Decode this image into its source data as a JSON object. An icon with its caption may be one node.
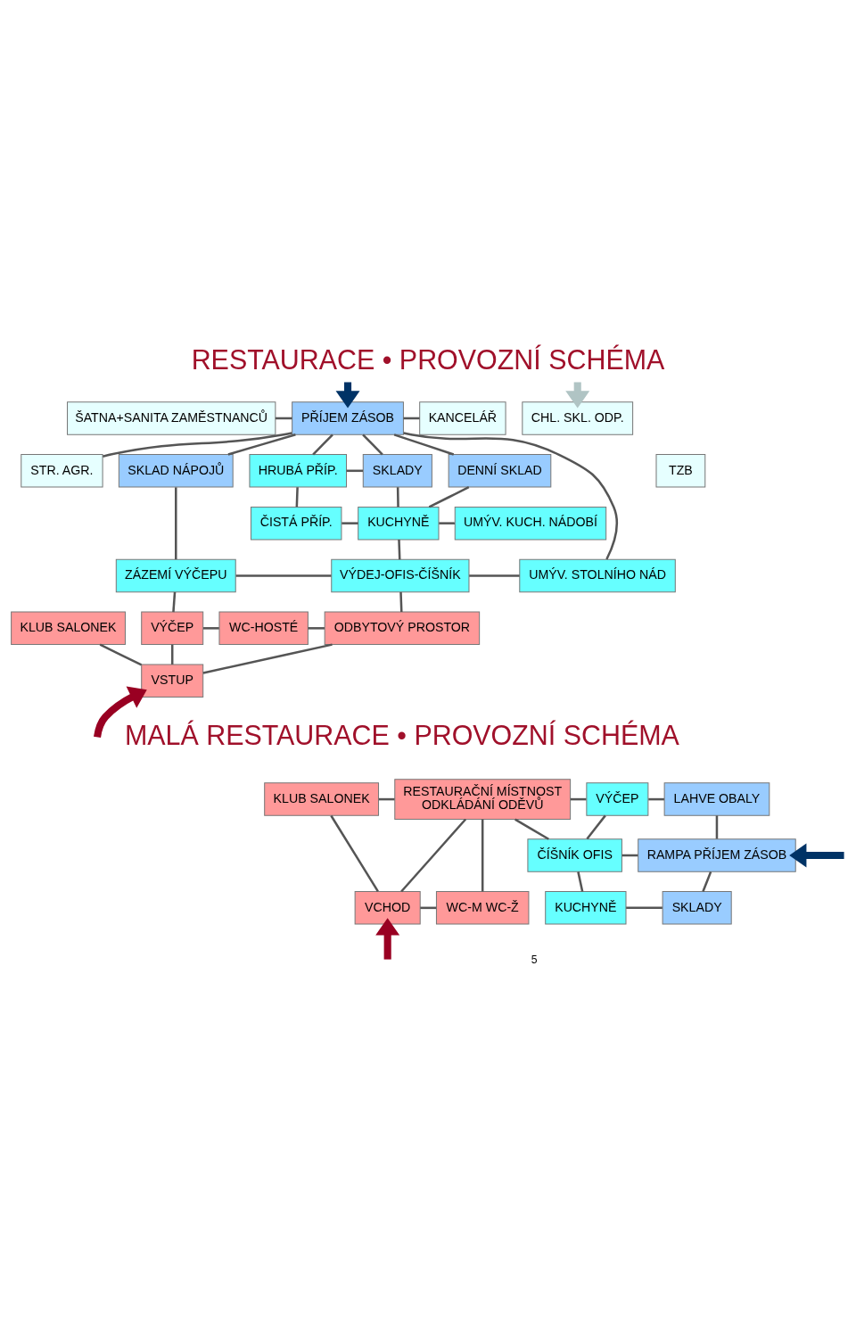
{
  "diagram": {
    "title": "RESTAURACE • PROVOZNÍ SCHÉMA",
    "nodes": [
      {
        "text": [
          "ŠATNA+SANITA ZAMĚSTNANCŮ"
        ]
      },
      {
        "text": [
          "PŘÍJEM ZÁSOB"
        ]
      },
      {
        "text": [
          "KANCELÁŘ"
        ]
      },
      {
        "text": [
          "CHL. SKL. ODP."
        ]
      },
      {
        "text": [
          "STR. AGR."
        ]
      },
      {
        "text": [
          "SKLAD NÁPOJŮ"
        ]
      },
      {
        "text": [
          "HRUBÁ PŘÍP."
        ]
      },
      {
        "text": [
          "SKLADY"
        ]
      },
      {
        "text": [
          "DENNÍ SKLAD"
        ]
      },
      {
        "text": [
          "TZB"
        ]
      },
      {
        "text": [
          "ČISTÁ PŘÍP."
        ]
      },
      {
        "text": [
          "KUCHYNĚ"
        ]
      },
      {
        "text": [
          "UMÝV. KUCH. NÁDOBÍ"
        ]
      },
      {
        "text": [
          "ZÁZEMÍ VÝČEPU"
        ]
      },
      {
        "text": [
          "VÝDEJ-OFIS-ČÍŠNÍK"
        ]
      },
      {
        "text": [
          "UMÝV. STOLNÍHO NÁD"
        ]
      },
      {
        "text": [
          "KLUB SALONEK"
        ]
      },
      {
        "text": [
          "VÝČEP"
        ]
      },
      {
        "text": [
          "WC-HOSTÉ"
        ]
      },
      {
        "text": [
          "ODBYTOVÝ PROSTOR"
        ]
      },
      {
        "text": [
          "VSTUP"
        ]
      },
      {
        "text": [
          "KLUB SALONEK"
        ]
      },
      {
        "text": [
          "RESTAURAČNÍ MÍSTNOST",
          "ODKLÁDÁNÍ ODĚVŮ"
        ]
      },
      {
        "text": [
          "VÝČEP"
        ]
      },
      {
        "text": [
          "LAHVE OBALY"
        ]
      },
      {
        "text": [
          "ČÍŠNÍK OFIS"
        ]
      },
      {
        "text": [
          "RAMPA PŘÍJEM ZÁSOB"
        ]
      },
      {
        "text": [
          "VCHOD"
        ]
      },
      {
        "text": [
          "WC-M WC-Ž"
        ]
      },
      {
        "text": [
          "KUCHYNĚ"
        ]
      },
      {
        "text": [
          "SKLADY"
        ]
      }
    ],
    "edges": [
      {
        "from": null,
        "to": 1,
        "arrow": "to",
        "style": "thick",
        "color": "#003366"
      },
      {
        "from": null,
        "to": 3,
        "arrow": "to",
        "style": "thick",
        "color": "#b0c4c4"
      },
      {
        "from": 0,
        "to": 1,
        "arrow": "none"
      },
      {
        "from": 1,
        "to": 2,
        "arrow": "none"
      },
      {
        "from": 1,
        "to": 4,
        "arrow": "none"
      },
      {
        "from": 1,
        "to": 5,
        "arrow": "none"
      },
      {
        "from": 1,
        "to": 6,
        "arrow": "none"
      },
      {
        "from": 1,
        "to": 7,
        "arrow": "none"
      },
      {
        "from": 1,
        "to": 8,
        "arrow": "none"
      },
      {
        "from": 1,
        "to": 15,
        "arrow": "none"
      },
      {
        "from": 6,
        "to": 7,
        "arrow": "none"
      },
      {
        "from": 6,
        "to": 10,
        "arrow": "none"
      },
      {
        "from": 10,
        "to": 11,
        "arrow": "none"
      },
      {
        "from": 7,
        "to": 11,
        "arrow": "none"
      },
      {
        "from": 11,
        "to": 8,
        "arrow": "none"
      },
      {
        "from": 11,
        "to": 12,
        "arrow": "none"
      },
      {
        "from": 5,
        "to": 13,
        "arrow": "none"
      },
      {
        "from": 11,
        "to": 14,
        "arrow": "none"
      },
      {
        "from": 13,
        "to": 14,
        "arrow": "none"
      },
      {
        "from": 14,
        "to": 15,
        "arrow": "none"
      },
      {
        "from": 13,
        "to": 17,
        "arrow": "none"
      },
      {
        "from": 14,
        "to": 19,
        "arrow": "none"
      },
      {
        "from": 17,
        "to": 18,
        "arrow": "none"
      },
      {
        "from": 18,
        "to": 19,
        "arrow": "none"
      },
      {
        "from": 17,
        "to": 20,
        "arrow": "none"
      },
      {
        "from": 16,
        "to": 20,
        "arrow": "none"
      },
      {
        "from": 20,
        "to": 19,
        "arrow": "none"
      },
      {
        "from": null,
        "to": 20,
        "arrow": "to",
        "style": "thick",
        "color": "#990022"
      },
      {
        "from": 21,
        "to": 22,
        "arrow": "none"
      },
      {
        "from": 21,
        "to": 27,
        "arrow": "none"
      },
      {
        "from": 22,
        "to": 23,
        "arrow": "none"
      },
      {
        "from": 22,
        "to": 25,
        "arrow": "none"
      },
      {
        "from": 23,
        "to": 24,
        "arrow": "none"
      },
      {
        "from": 23,
        "to": 25,
        "arrow": "none"
      },
      {
        "from": 24,
        "to": 26,
        "arrow": "none"
      },
      {
        "from": 25,
        "to": 26,
        "arrow": "none"
      },
      {
        "from": 22,
        "to": 27,
        "arrow": "none"
      },
      {
        "from": 22,
        "to": 28,
        "arrow": "none"
      },
      {
        "from": 27,
        "to": 28,
        "arrow": "none"
      },
      {
        "from": 25,
        "to": 29,
        "arrow": "none"
      },
      {
        "from": 26,
        "to": 30,
        "arrow": "none"
      },
      {
        "from": 29,
        "to": 30,
        "arrow": "none"
      },
      {
        "from": null,
        "to": 26,
        "arrow": "to",
        "style": "thick",
        "color": "#003366"
      },
      {
        "from": null,
        "to": 27,
        "arrow": "to",
        "style": "thick",
        "color": "#990022"
      }
    ],
    "labels": [
      "MALÁ RESTAURACE • PROVOZNÍ SCHÉMA",
      "5"
    ]
  }
}
